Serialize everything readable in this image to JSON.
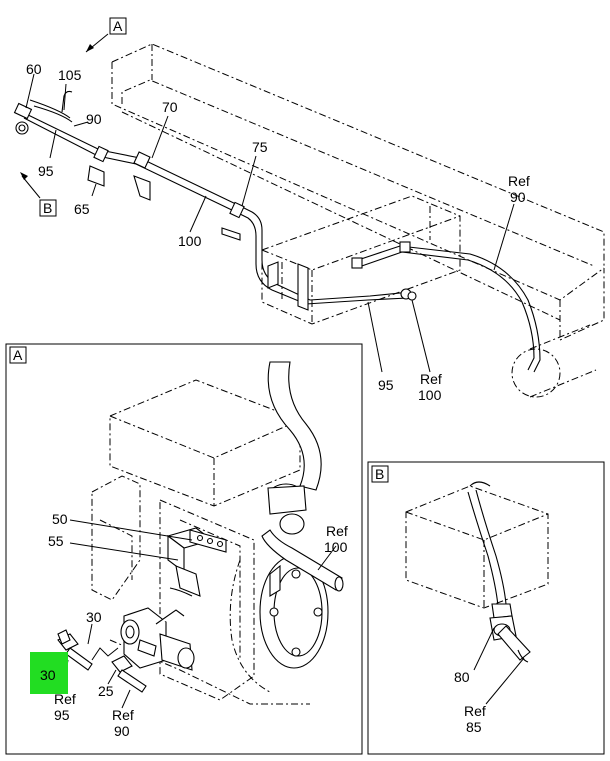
{
  "callouts": {
    "view_a_marker": "A",
    "view_b_marker": "B",
    "c60": "60",
    "c105": "105",
    "c90_top": "90",
    "c95_top": "95",
    "c70": "70",
    "c65": "65",
    "c75": "75",
    "c100_top": "100",
    "ref90_top_ref": "Ref",
    "ref90_top_num": "90",
    "c95_mid": "95",
    "ref100_mid_ref": "Ref",
    "ref100_mid_num": "100"
  },
  "panel_a": {
    "label": "A",
    "c50": "50",
    "c55": "55",
    "ref100_ref": "Ref",
    "ref100_num": "100",
    "c30_top": "30",
    "c30_highlight": "30",
    "ref95_ref": "Ref",
    "ref95_num": "95",
    "c25": "25",
    "ref90_ref": "Ref",
    "ref90_num": "90"
  },
  "panel_b": {
    "label": "B",
    "c80": "80",
    "ref85_ref": "Ref",
    "ref85_num": "85"
  },
  "colors": {
    "highlight": "#22dd22",
    "line": "#000000",
    "background": "#ffffff"
  }
}
